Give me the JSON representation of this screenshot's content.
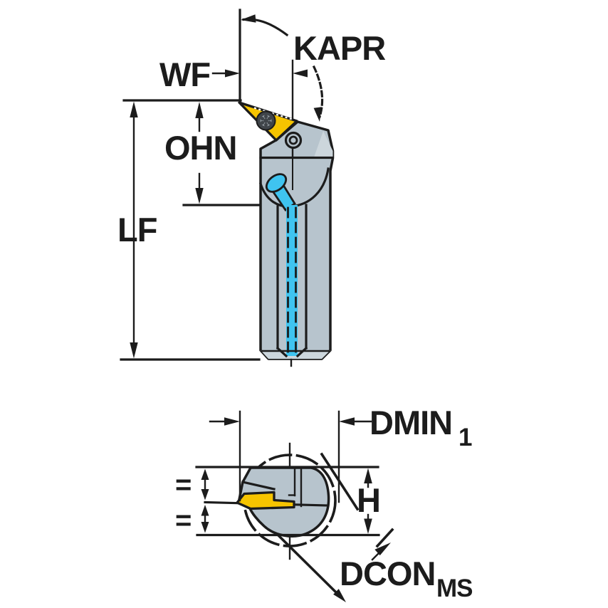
{
  "drawing": {
    "title": "boring-bar-dimension-diagram",
    "colors": {
      "bg": "#ffffff",
      "stroke": "#1c1c1c",
      "body": "#b7c4cd",
      "bevel": "#ccd6dc",
      "insert": "#f6c400",
      "coolant": "#3fc4f0",
      "screw_dark": "#3f4449",
      "screw_light": "#959da3"
    },
    "labels": {
      "kapr": "KAPR",
      "wf": "WF",
      "ohn": "OHN",
      "lf": "LF",
      "dmin": "DMIN",
      "dmin_sub": "1",
      "h": "H",
      "dcon": "DCON",
      "dcon_sub": "MS",
      "equal_top": "=",
      "equal_bottom": "="
    }
  }
}
